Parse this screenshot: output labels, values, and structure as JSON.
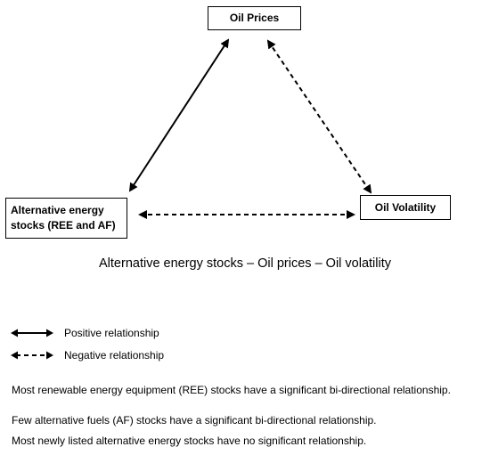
{
  "nodes": {
    "oil_prices": "Oil Prices",
    "alt_energy_line1": "Alternative energy",
    "alt_energy_line2": "stocks (REE and AF)",
    "oil_volatility": "Oil Volatility"
  },
  "edges": [
    {
      "from": "oil_prices",
      "to": "alternative_energy",
      "style": "solid",
      "meaning": "positive"
    },
    {
      "from": "oil_prices",
      "to": "oil_volatility",
      "style": "dashed",
      "meaning": "negative"
    },
    {
      "from": "alternative_energy",
      "to": "oil_volatility",
      "style": "dashed",
      "meaning": "negative"
    }
  ],
  "caption": "Alternative energy stocks – Oil prices – Oil volatility",
  "legend": {
    "positive": "Positive relationship",
    "negative": "Negative relationship"
  },
  "notes": [
    "Most renewable energy equipment  (REE) stocks have a significant bi-directional relationship.",
    "Few alternative fuels  (AF) stocks have a significant bi-directional relationship.",
    "Most newly listed  alternative energy stocks have no significant relationship."
  ],
  "colors": {
    "line": "#000000",
    "background": "#ffffff"
  }
}
